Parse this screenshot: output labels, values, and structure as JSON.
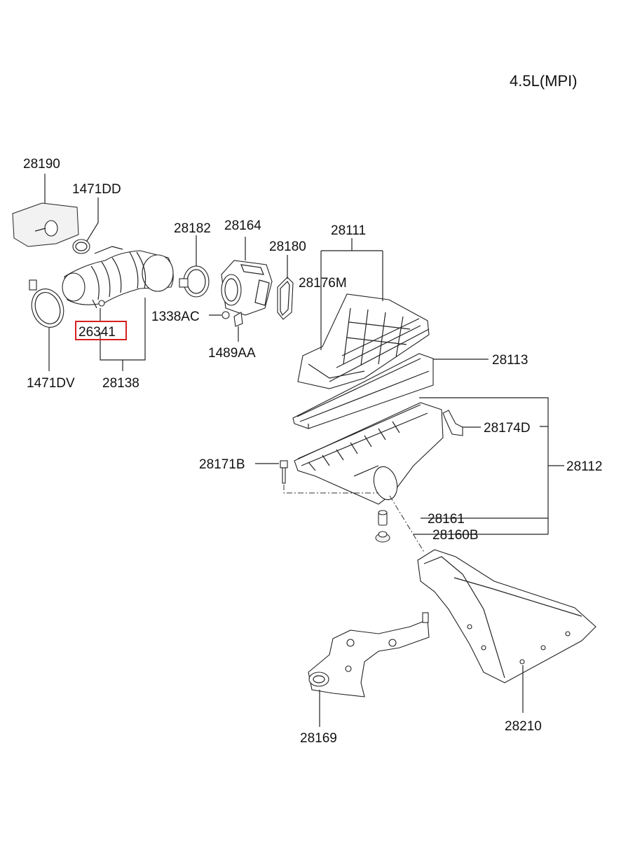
{
  "title": "4.5L(MPI)",
  "highlight_color": "#d62020",
  "labels": {
    "p28190": "28190",
    "p1471DD": "1471DD",
    "p28182": "28182",
    "p28164": "28164",
    "p28180": "28180",
    "p28111": "28111",
    "p28176M": "28176M",
    "p1338AC": "1338AC",
    "p26341": "26341",
    "p1489AA": "1489AA",
    "p1471DV": "1471DV",
    "p28138": "28138",
    "p28113": "28113",
    "p28174D": "28174D",
    "p28171B": "28171B",
    "p28112": "28112",
    "p28161": "28161",
    "p28160B": "28160B",
    "p28169": "28169",
    "p28210": "28210"
  }
}
